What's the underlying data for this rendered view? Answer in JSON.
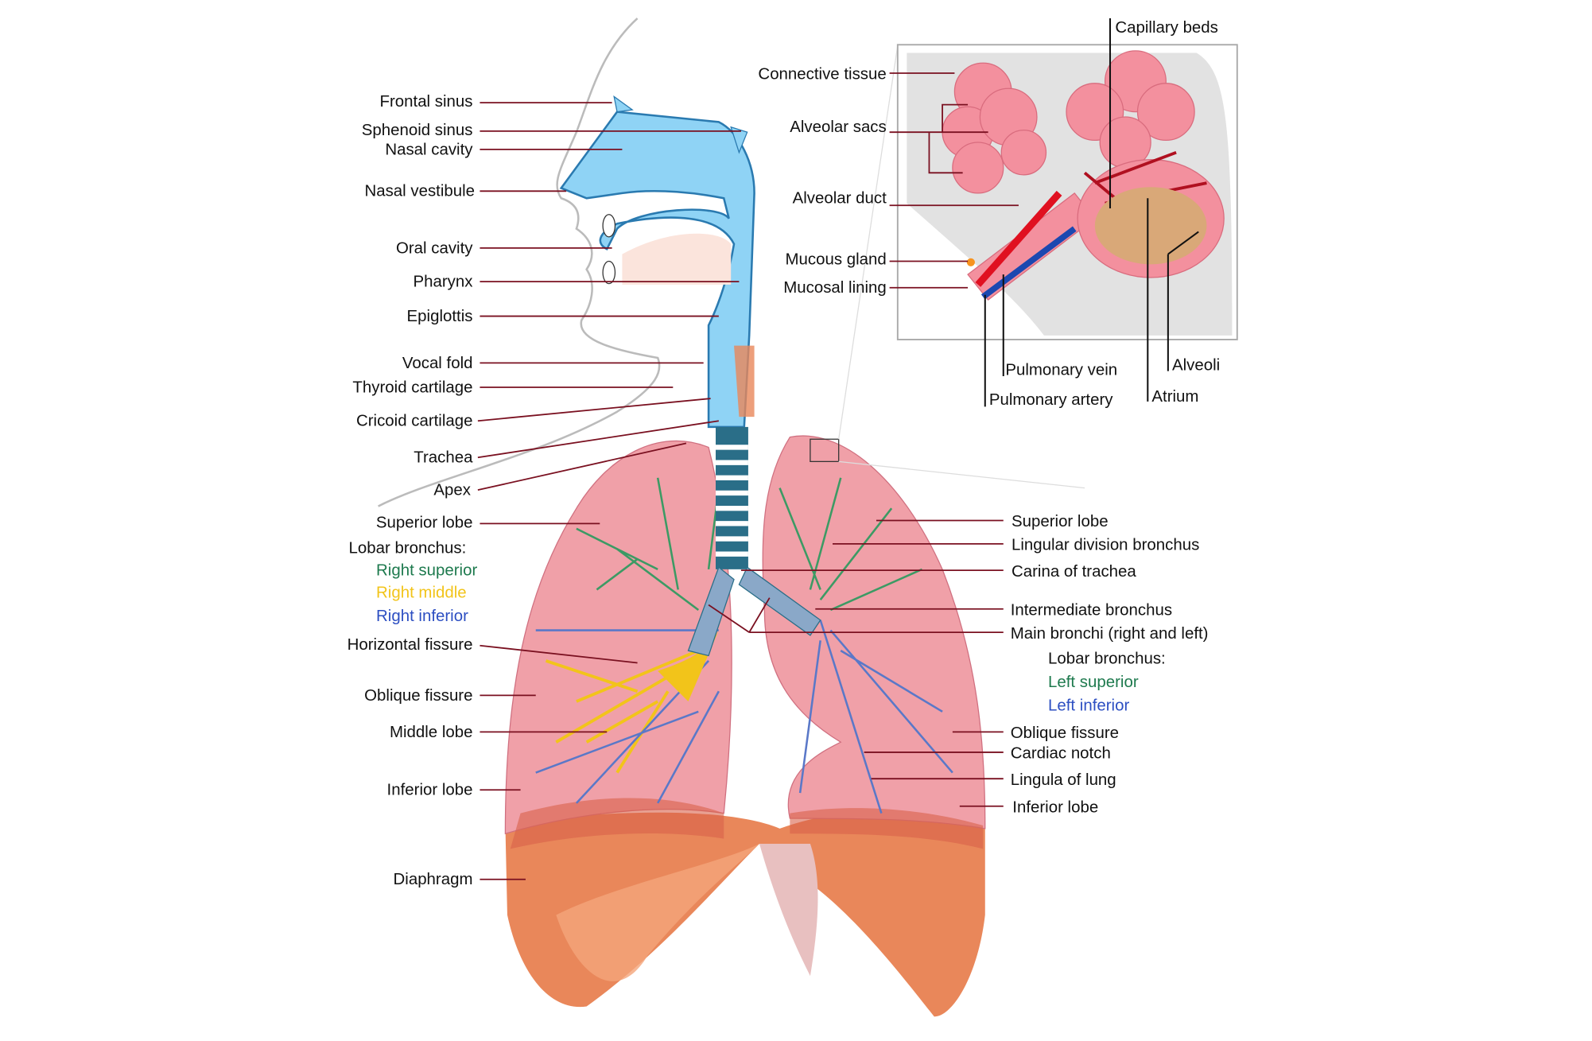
{
  "title": "Respiratory system",
  "colors": {
    "label_line": "#7a1020",
    "airway": "#8fd3f5",
    "lung": "#f0a0a8",
    "diaphragm": "#e9875a",
    "superior": "#1e7a4e",
    "middle": "#f2c41a",
    "inferior": "#2d4fc2"
  },
  "left_labels": {
    "frontal_sinus": "Frontal sinus",
    "sphenoid_sinus": "Sphenoid sinus",
    "nasal_cavity": "Nasal cavity",
    "nasal_vestibule": "Nasal vestibule",
    "oral_cavity": "Oral cavity",
    "pharynx": "Pharynx",
    "epiglottis": "Epiglottis",
    "vocal_fold": "Vocal fold",
    "thyroid_cartilage": "Thyroid cartilage",
    "cricoid_cartilage": "Cricoid cartilage",
    "trachea": "Trachea",
    "apex": "Apex",
    "superior_lobe": "Superior lobe",
    "lobar_bronchus": "Lobar bronchus:",
    "right_superior": "Right superior",
    "right_middle": "Right middle",
    "right_inferior": "Right inferior",
    "horizontal_fissure": "Horizontal fissure",
    "oblique_fissure": "Oblique fissure",
    "middle_lobe": "Middle lobe",
    "inferior_lobe": "Inferior lobe",
    "diaphragm": "Diaphragm"
  },
  "right_labels": {
    "superior_lobe": "Superior lobe",
    "lingular_division_bronchus": "Lingular division bronchus",
    "carina": "Carina of trachea",
    "intermediate_bronchus": "Intermediate bronchus",
    "main_bronchi": "Main bronchi (right and left)",
    "lobar_bronchus": "Lobar bronchus:",
    "left_superior": "Left superior",
    "left_inferior": "Left inferior",
    "oblique_fissure": "Oblique fissure",
    "cardiac_notch": "Cardiac notch",
    "lingula": "Lingula of lung",
    "inferior_lobe": "Inferior lobe"
  },
  "inset_labels": {
    "capillary_beds": "Capillary beds",
    "connective_tissue": "Connective tissue",
    "alveolar_sacs": "Alveolar sacs",
    "alveolar_duct": "Alveolar duct",
    "mucous_gland": "Mucous gland",
    "mucosal_lining": "Mucosal lining",
    "pulmonary_vein": "Pulmonary vein",
    "pulmonary_artery": "Pulmonary artery",
    "alveoli": "Alveoli",
    "atrium": "Atrium"
  }
}
